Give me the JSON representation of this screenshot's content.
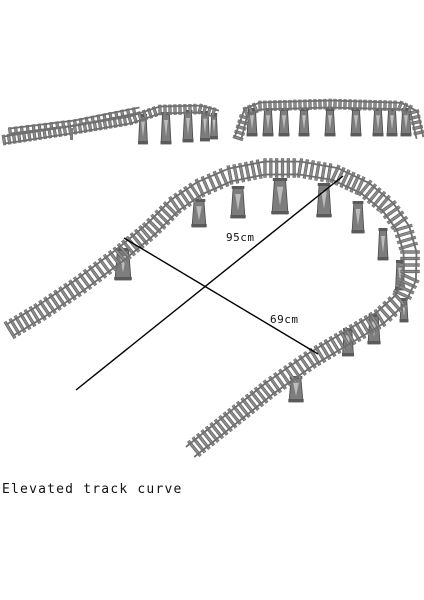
{
  "product": {
    "caption": "Elevated track curve"
  },
  "dimensions": {
    "diagonal_label": "95cm",
    "width_label": "69cm"
  },
  "colors": {
    "rail": "#6f6f6f",
    "sleeper": "#8c8c8c",
    "sleeper_dark": "#5a5a5a",
    "pillar": "#7d7d7d",
    "measure_line": "#000000"
  }
}
